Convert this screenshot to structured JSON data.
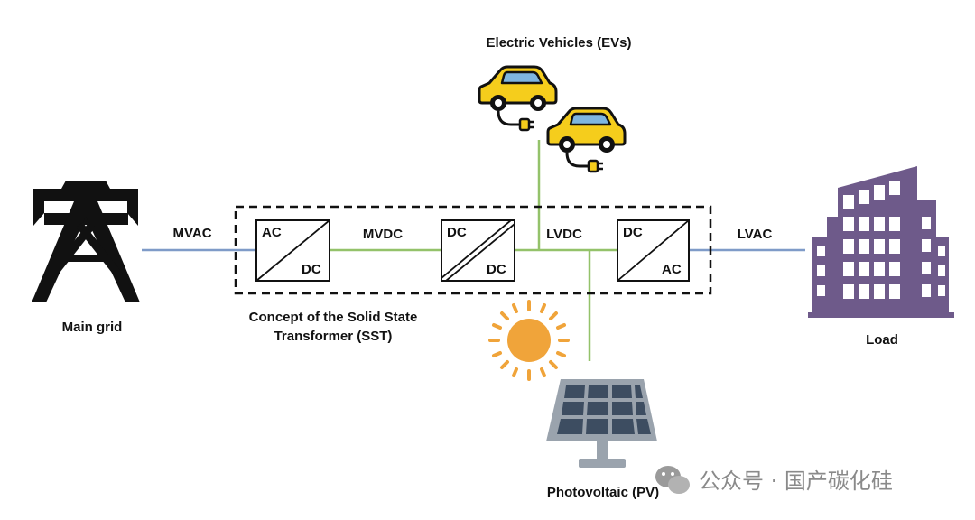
{
  "labels": {
    "ev": "Electric Vehicles (EVs)",
    "main_grid": "Main grid",
    "load": "Load",
    "pv": "Photovoltaic (PV)",
    "sst_line1": "Concept of the Solid State",
    "sst_line2": "Transformer (SST)",
    "mvac": "MVAC",
    "mvdc": "MVDC",
    "lvdc": "LVDC",
    "lvac": "LVAC"
  },
  "converters": [
    {
      "top": "AC",
      "bottom": "DC"
    },
    {
      "top": "DC",
      "bottom": "DC"
    },
    {
      "top": "DC",
      "bottom": "AC"
    }
  ],
  "watermark": "公众号 · 国产碳化硅",
  "colors": {
    "ac_line": "#7f9bc8",
    "dc_line": "#94c26a",
    "car": "#f5cd1c",
    "building": "#6e5a8a",
    "sun": "#f0a43a",
    "panel": "#3d4d61",
    "black": "#111111"
  },
  "icons": [
    "power-tower-icon",
    "car-charging-icon",
    "building-icon",
    "sun-icon",
    "solar-panel-icon",
    "wechat-icon"
  ]
}
